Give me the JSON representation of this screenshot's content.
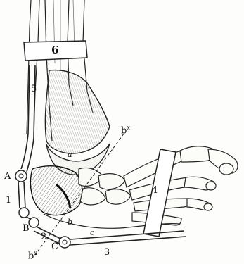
{
  "figure": {
    "labels": {
      "n6": "6",
      "n5": "5",
      "n1": "1",
      "n2": "2",
      "n3": "3",
      "n4": "4",
      "A": "A",
      "B": "B",
      "C": "C",
      "a": "a",
      "b": "b",
      "c": "c",
      "bx_top": "b",
      "bx_top_sup": "x",
      "bx_bottom": "b",
      "bx_bottom_sup": "x"
    }
  }
}
